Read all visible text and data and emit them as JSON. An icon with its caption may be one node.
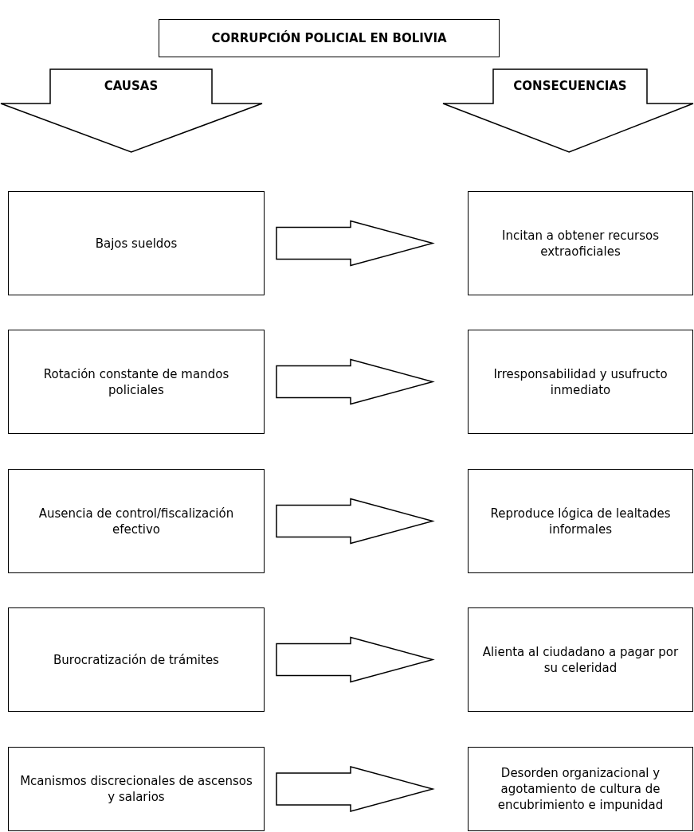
{
  "diagram": {
    "title": "CORRUPCIÓN POLICIAL EN BOLIVIA",
    "nodes": [
      {
        "text": [
          "CAUSAS"
        ]
      },
      {
        "text": [
          "CONSECUENCIAS"
        ]
      },
      {
        "text": [
          "Bajos sueldos"
        ]
      },
      {
        "text": [
          "Incitan a obtener recursos extraoficiales"
        ]
      },
      {
        "text": [
          "Rotación constante de mandos policiales"
        ]
      },
      {
        "text": [
          "Irresponsabilidad y usufructo inmediato"
        ]
      },
      {
        "text": [
          "Ausencia de control/fiscalización efectivo"
        ]
      },
      {
        "text": [
          "Reproduce lógica de lealtades informales"
        ]
      },
      {
        "text": [
          "Burocratización de trámites"
        ]
      },
      {
        "text": [
          "Alienta al ciudadano a pagar por su celeridad"
        ]
      },
      {
        "text": [
          "Mcanismos discrecionales de ascensos y salarios"
        ]
      },
      {
        "text": [
          "Desorden organizacional y agotamiento de cultura de encubrimiento e impunidad"
        ]
      }
    ],
    "edges": [
      {
        "from": 2,
        "to": 3,
        "arrow": "to"
      },
      {
        "from": 4,
        "to": 5,
        "arrow": "to"
      },
      {
        "from": 6,
        "to": 7,
        "arrow": "to"
      },
      {
        "from": 8,
        "to": 9,
        "arrow": "to"
      },
      {
        "from": 10,
        "to": 11,
        "arrow": "to"
      }
    ]
  }
}
